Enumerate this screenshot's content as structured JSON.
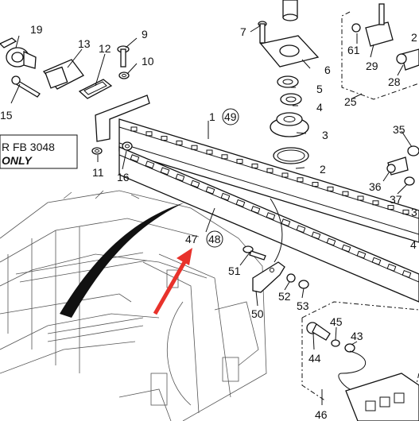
{
  "note": {
    "line1": "R FB 3048",
    "line2": "ONLY"
  },
  "callouts": [
    {
      "id": "1",
      "text": "1",
      "circled": false
    },
    {
      "id": "49",
      "text": "49",
      "circled": true
    },
    {
      "id": "2",
      "text": "2",
      "circled": false
    },
    {
      "id": "3",
      "text": "3",
      "circled": false
    },
    {
      "id": "4",
      "text": "4",
      "circled": false
    },
    {
      "id": "5",
      "text": "5",
      "circled": false
    },
    {
      "id": "6",
      "text": "6",
      "circled": false
    },
    {
      "id": "7",
      "text": "7",
      "circled": false
    },
    {
      "id": "9",
      "text": "9",
      "circled": false
    },
    {
      "id": "10",
      "text": "10",
      "circled": false
    },
    {
      "id": "11",
      "text": "11",
      "circled": false
    },
    {
      "id": "12",
      "text": "12",
      "circled": false
    },
    {
      "id": "13",
      "text": "13",
      "circled": false
    },
    {
      "id": "15",
      "text": "15",
      "circled": false
    },
    {
      "id": "16",
      "text": "16",
      "circled": false
    },
    {
      "id": "19",
      "text": "19",
      "circled": false
    },
    {
      "id": "25",
      "text": "25",
      "circled": false
    },
    {
      "id": "28",
      "text": "28",
      "circled": false
    },
    {
      "id": "29",
      "text": "29",
      "circled": false
    },
    {
      "id": "35",
      "text": "35",
      "circled": false
    },
    {
      "id": "36",
      "text": "36",
      "circled": false
    },
    {
      "id": "37",
      "text": "37",
      "circled": false
    },
    {
      "id": "43",
      "text": "43",
      "circled": false
    },
    {
      "id": "44",
      "text": "44",
      "circled": false
    },
    {
      "id": "45",
      "text": "45",
      "circled": false
    },
    {
      "id": "46",
      "text": "46",
      "circled": false
    },
    {
      "id": "47",
      "text": "47",
      "circled": false
    },
    {
      "id": "48",
      "text": "48",
      "circled": true
    },
    {
      "id": "50",
      "text": "50",
      "circled": false
    },
    {
      "id": "51",
      "text": "51",
      "circled": false
    },
    {
      "id": "52",
      "text": "52",
      "circled": false
    },
    {
      "id": "53",
      "text": "53",
      "circled": false
    },
    {
      "id": "61",
      "text": "61",
      "circled": false
    },
    {
      "id": "edge-2",
      "text": "2",
      "circled": false
    },
    {
      "id": "edge-3",
      "text": "3",
      "circled": false
    },
    {
      "id": "edge-4",
      "text": "4",
      "circled": false
    }
  ],
  "colors": {
    "ink": "#111111",
    "arrow": "#e8322b",
    "paper": "#ffffff"
  },
  "icons": {
    "locator_arrow": "red-arrow-icon"
  }
}
